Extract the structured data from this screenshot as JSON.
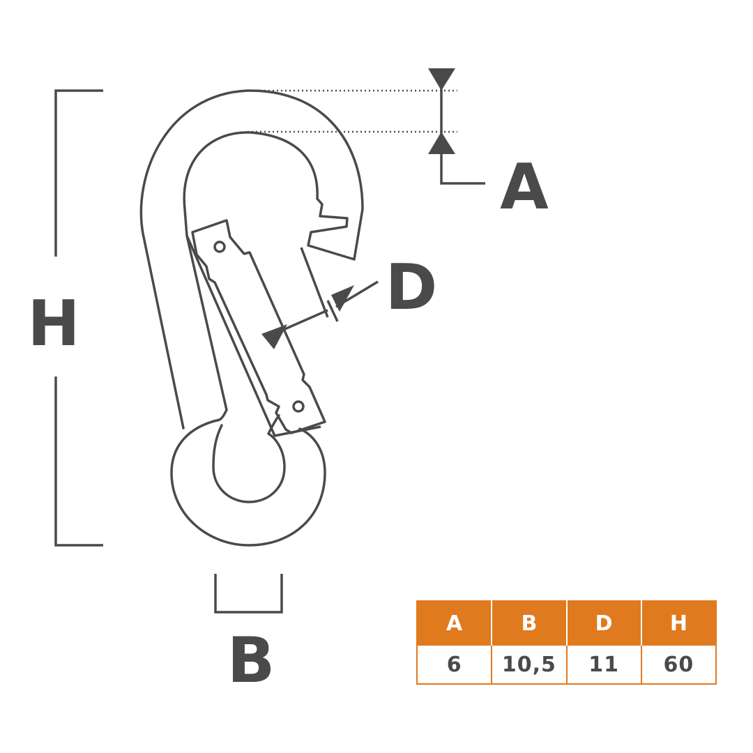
{
  "labels": {
    "A": "A",
    "B": "B",
    "D": "D",
    "H": "H"
  },
  "table": {
    "headers": [
      "A",
      "B",
      "D",
      "H"
    ],
    "values": [
      "6",
      "10,5",
      "11",
      "60"
    ]
  },
  "colors": {
    "line": "#4a4a4a",
    "accent": "#e07a1f"
  }
}
